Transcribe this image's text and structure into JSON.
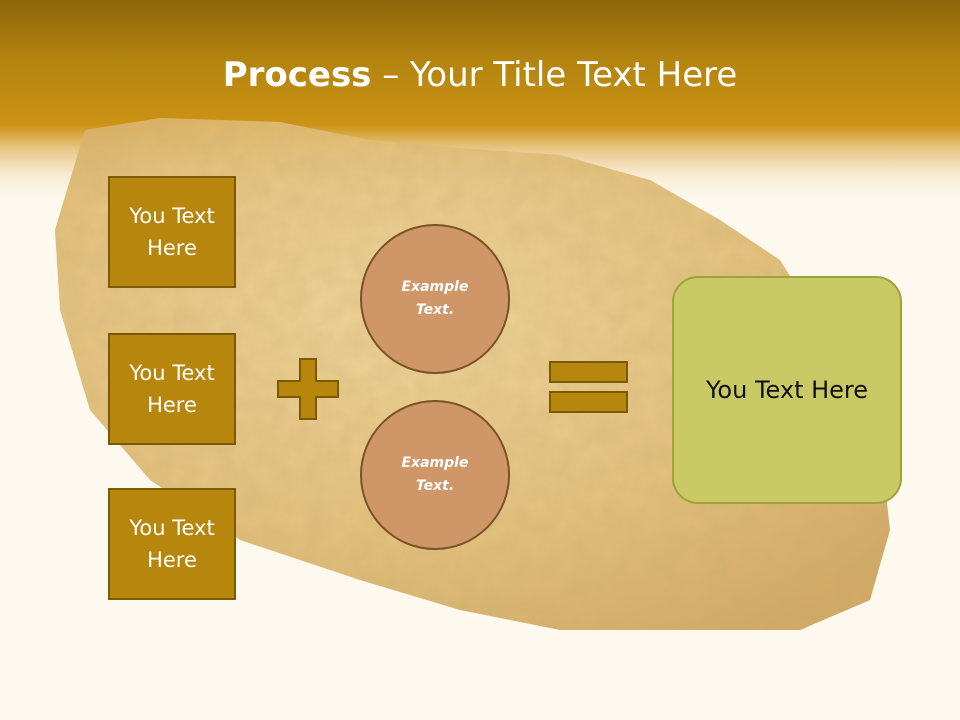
{
  "title": {
    "bold": "Process",
    "rest": " – Your Title Text Here"
  },
  "left_boxes": [
    {
      "label": "You Text Here"
    },
    {
      "label": "You Text Here"
    },
    {
      "label": "You Text Here"
    }
  ],
  "circles": [
    {
      "label": "Example Text."
    },
    {
      "label": "Example Text."
    }
  ],
  "result": {
    "label": "You Text Here"
  },
  "icons": {
    "plus": "plus-icon",
    "equals": "equals-icon",
    "background": "gold-nugget-icon"
  },
  "colors": {
    "header": "#cc9315",
    "box": "#b7860c",
    "circle": "#cf9768",
    "result": "#c9c966",
    "operator": "#b7860c"
  }
}
